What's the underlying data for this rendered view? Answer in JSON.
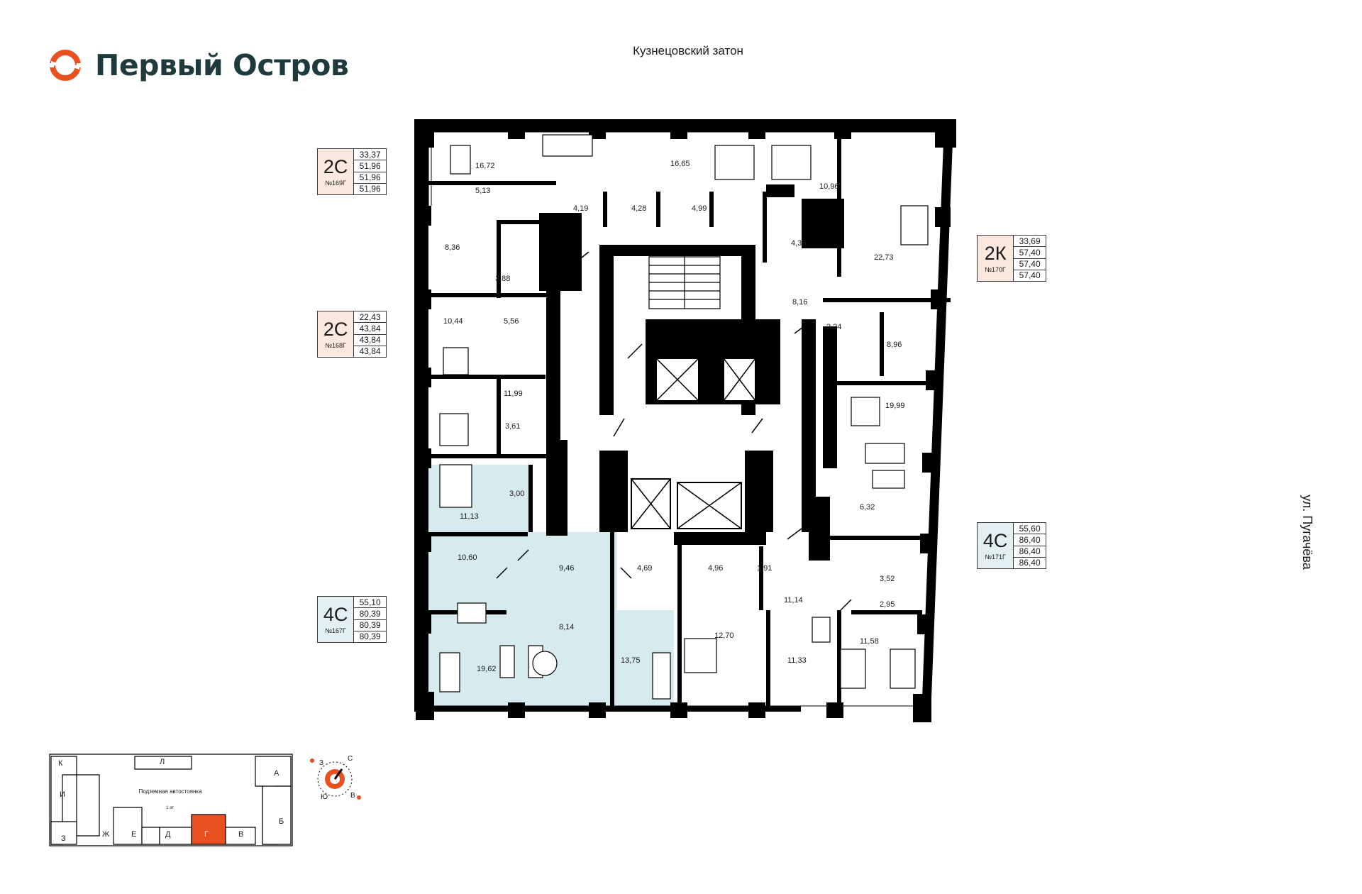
{
  "header": {
    "logo_text": "Первый Остров",
    "street_top": "Кузнецовский затон",
    "street_right": "ул. Пугачёва"
  },
  "colors": {
    "brand_orange": "#e8501f",
    "brand_dark": "#1f3a3d",
    "card_2c_bg": "#fbe9df",
    "card_2k_bg": "#fbe9df",
    "card_4c_bg": "#e2f0f3",
    "highlight_apartment": "#d7eaee",
    "wall": "#000000",
    "section_highlight": "#e8501f"
  },
  "apartments": [
    {
      "type": "2С",
      "number": "№169Г",
      "areas": [
        "33,37",
        "51,96",
        "51,96",
        "51,96"
      ]
    },
    {
      "type": "2С",
      "number": "№168Г",
      "areas": [
        "22,43",
        "43,84",
        "43,84",
        "43,84"
      ]
    },
    {
      "type": "4С",
      "number": "№167Г",
      "areas": [
        "55,10",
        "80,39",
        "80,39",
        "80,39"
      ]
    },
    {
      "type": "2К",
      "number": "№170Г",
      "areas": [
        "33,69",
        "57,40",
        "57,40",
        "57,40"
      ]
    },
    {
      "type": "4С",
      "number": "№171Г",
      "areas": [
        "55,60",
        "86,40",
        "86,40",
        "86,40"
      ]
    }
  ],
  "rooms": [
    "16,72",
    "5,13",
    "16,65",
    "4,19",
    "4,28",
    "4,99",
    "10,96",
    "22,73",
    "4,35",
    "8,36",
    "3,88",
    "10,44",
    "5,56",
    "11,99",
    "3,61",
    "8,16",
    "2,24",
    "8,96",
    "19,99",
    "6,32",
    "11,13",
    "3,00",
    "9,46",
    "4,69",
    "4,96",
    "1,91",
    "10,60",
    "3,52",
    "11,14",
    "2,95",
    "8,14",
    "12,70",
    "11,33",
    "11,58",
    "19,62",
    "13,75"
  ],
  "siteplan": {
    "sections": [
      "К",
      "Л",
      "А",
      "И",
      "Б",
      "З",
      "Ж",
      "Е",
      "Д",
      "Г",
      "В"
    ],
    "parking_label": "Подземная автостоянка",
    "parking_level": "1 эт.",
    "current_section": "Г"
  },
  "compass": [
    "З",
    "С",
    "Ю",
    "В"
  ]
}
